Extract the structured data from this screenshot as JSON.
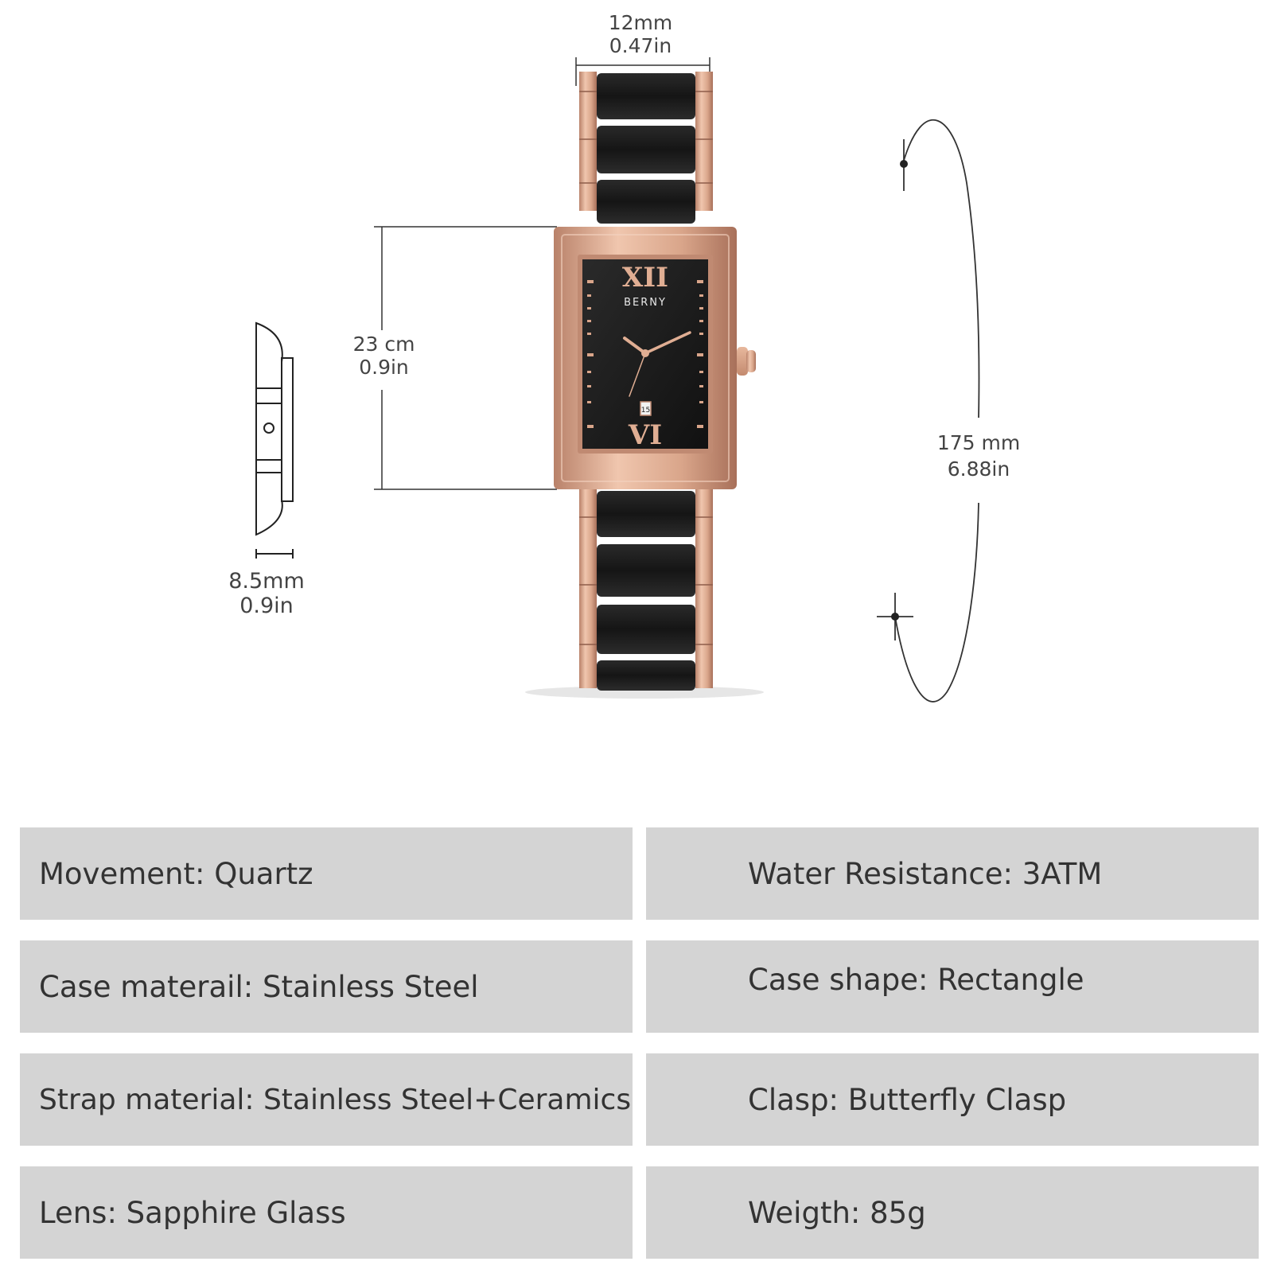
{
  "brand": "BERNY",
  "dimensions": {
    "width": {
      "mm": "12mm",
      "in": "0.47in"
    },
    "case_height": {
      "cm": "23 cm",
      "in": "0.9in"
    },
    "thickness": {
      "mm": "8.5mm",
      "in": "0.9in"
    },
    "strap_length": {
      "mm": "175 mm",
      "in": "6.88in"
    }
  },
  "dial": {
    "numeral_top": "XII",
    "numeral_bottom": "VI",
    "date": "15"
  },
  "specs": {
    "left": [
      "Movement: Quartz",
      "Case materail: Stainless Steel",
      "Strap material:  Stainless Steel+Ceramics",
      "Lens: Sapphire Glass"
    ],
    "right": [
      "Water Resistance: 3ATM",
      "Case shape: Rectangle",
      "Clasp: Butterfly Clasp",
      "Weigth: 85g"
    ]
  },
  "colors": {
    "rose_gold": "#d9a58a",
    "ceramic_black": "#1a1a1a",
    "spec_bg": "#d4d4d4"
  }
}
